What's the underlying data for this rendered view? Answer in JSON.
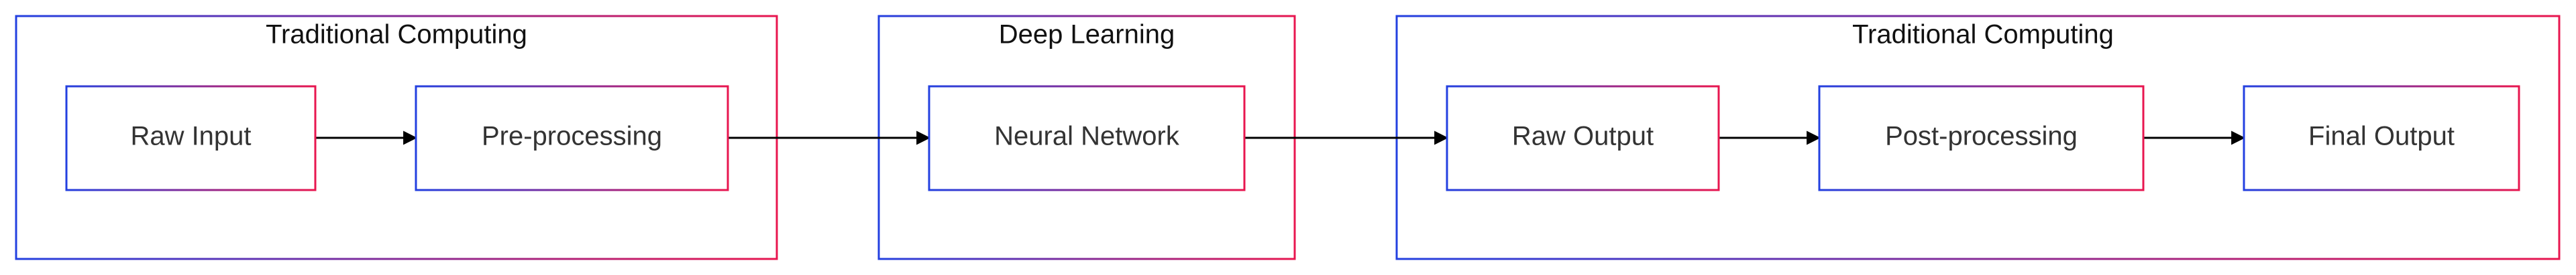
{
  "diagram": {
    "groups": [
      {
        "id": "group-traditional-1",
        "title": "Traditional Computing"
      },
      {
        "id": "group-deep-learning",
        "title": "Deep Learning"
      },
      {
        "id": "group-traditional-2",
        "title": "Traditional Computing"
      }
    ],
    "nodes": [
      {
        "id": "raw-input",
        "label": "Raw Input"
      },
      {
        "id": "pre-processing",
        "label": "Pre-processing"
      },
      {
        "id": "neural-network",
        "label": "Neural Network"
      },
      {
        "id": "raw-output",
        "label": "Raw Output"
      },
      {
        "id": "post-processing",
        "label": "Post-processing"
      },
      {
        "id": "final-output",
        "label": "Final Output"
      }
    ],
    "edges": [
      {
        "from": "raw-input",
        "to": "pre-processing"
      },
      {
        "from": "pre-processing",
        "to": "neural-network"
      },
      {
        "from": "neural-network",
        "to": "raw-output"
      },
      {
        "from": "raw-output",
        "to": "post-processing"
      },
      {
        "from": "post-processing",
        "to": "final-output"
      }
    ],
    "colors": {
      "border_blue": "#2340e0",
      "border_red": "#e8164f",
      "arrow": "#000000",
      "text": "#333333"
    }
  }
}
